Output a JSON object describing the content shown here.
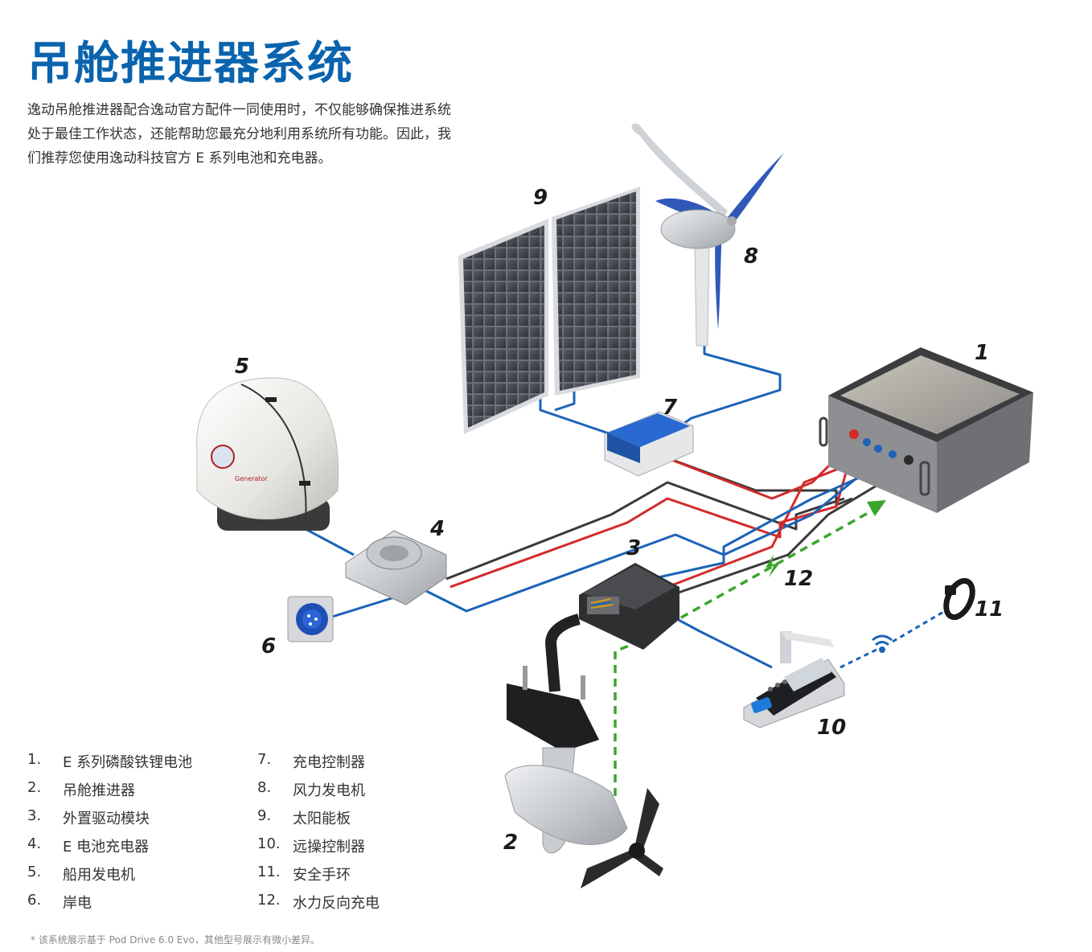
{
  "title": "吊舱推进器系统",
  "intro": "逸动吊舱推进器配合逸动官方配件一同使用时，不仅能够确保推进系统处于最佳工作状态，还能帮助您最充分地利用系统所有功能。因此，我们推荐您使用逸动科技官方 E 系列电池和充电器。",
  "callouts": [
    "1",
    "2",
    "3",
    "4",
    "5",
    "6",
    "7",
    "8",
    "9",
    "10",
    "11",
    "12"
  ],
  "legend_left": [
    {
      "num": "1.",
      "label": "E 系列磷酸铁锂电池"
    },
    {
      "num": "2.",
      "label": "吊舱推进器"
    },
    {
      "num": "3.",
      "label": "外置驱动模块"
    },
    {
      "num": "4.",
      "label": "E 电池充电器"
    },
    {
      "num": "5.",
      "label": "船用发电机"
    },
    {
      "num": "6.",
      "label": "岸电"
    }
  ],
  "legend_right": [
    {
      "num": "7.",
      "label": "充电控制器"
    },
    {
      "num": "8.",
      "label": "风力发电机"
    },
    {
      "num": "9.",
      "label": "太阳能板"
    },
    {
      "num": "10.",
      "label": "远操控制器"
    },
    {
      "num": "11.",
      "label": "安全手环"
    },
    {
      "num": "12.",
      "label": "水力反向充电"
    }
  ],
  "generator_logo_text": "Generator",
  "footnote": "* 该系统展示基于 Pod Drive 6.0 Evo，其他型号展示有微小差异。",
  "colors": {
    "title": "#0a63ad",
    "wire_blue": "#1b63b8",
    "wire_red": "#d42a2a",
    "wire_black": "#3a3a3a",
    "regen": "#3aa52c"
  }
}
